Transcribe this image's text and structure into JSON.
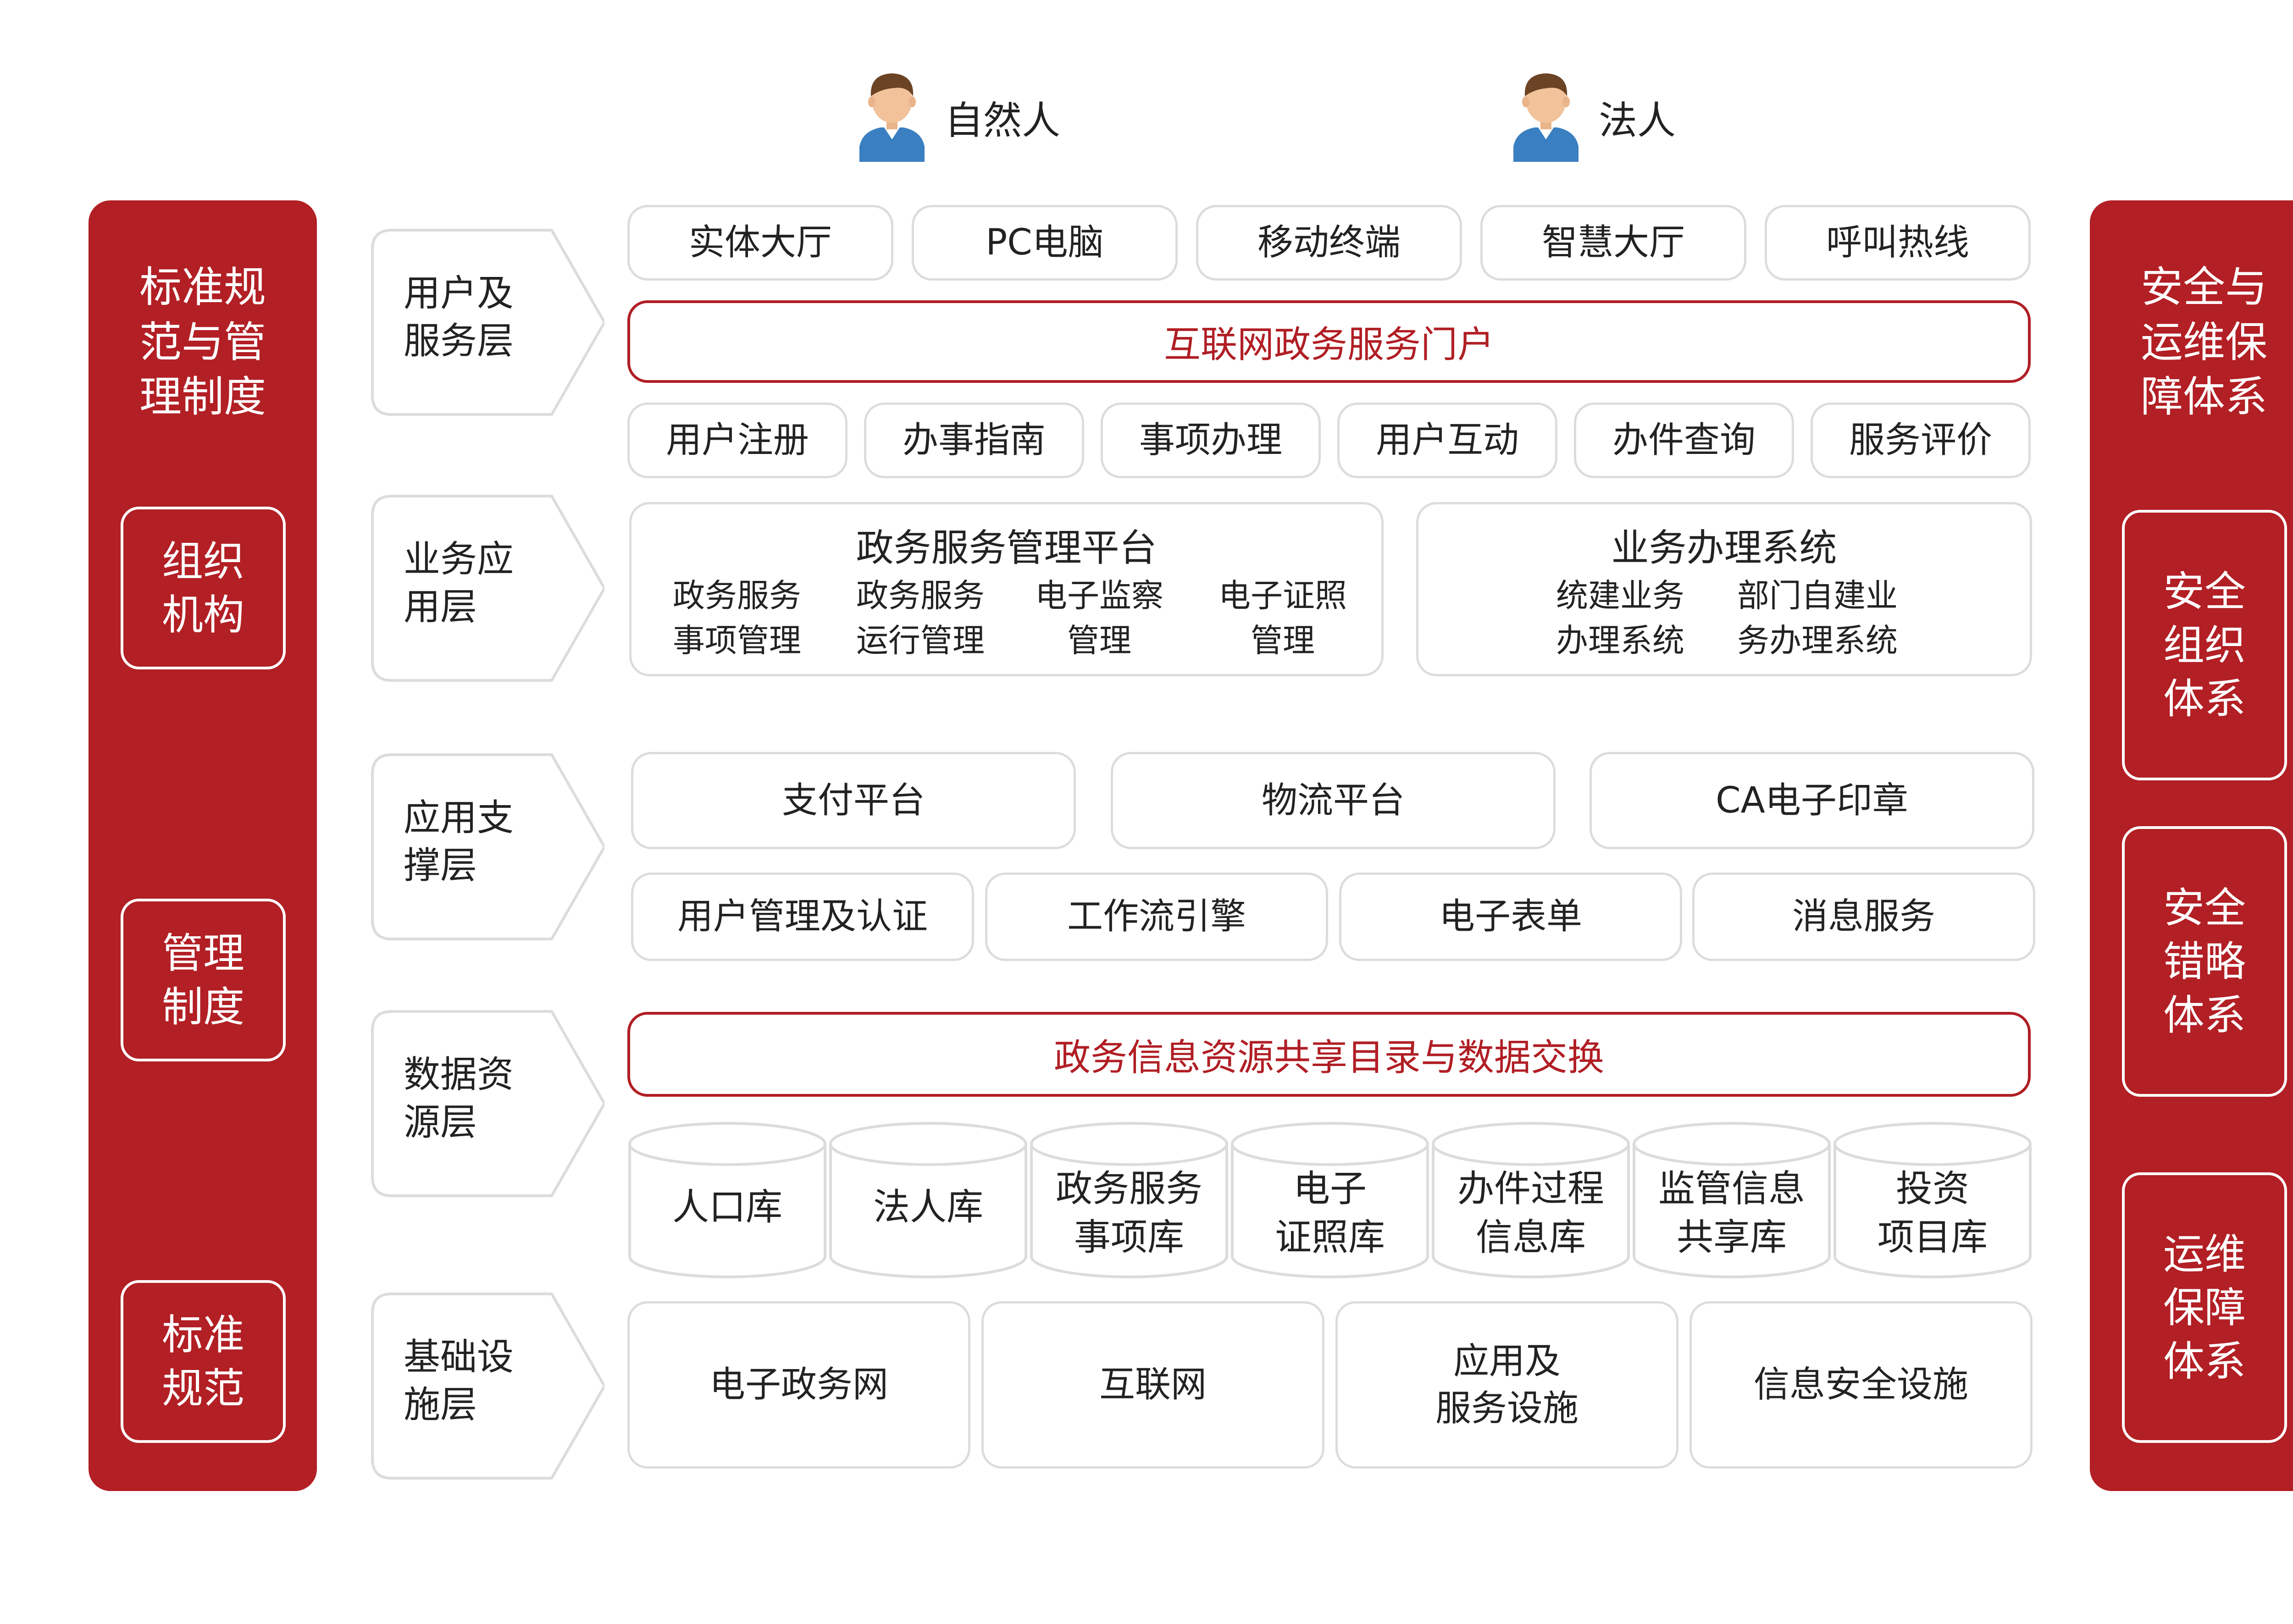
{
  "actors": [
    {
      "name": "自然人",
      "icon": "person-icon"
    },
    {
      "name": "法人",
      "icon": "person-icon"
    }
  ],
  "left_pillar": {
    "title": "标准规\n范与管\n理制度",
    "items": [
      "组织\n机构",
      "管理\n制度",
      "标准\n规范"
    ]
  },
  "right_pillar": {
    "title": "安全与\n运维保\n障体系",
    "items": [
      "安全\n组织\n体系",
      "安全\n错略\n体系",
      "运维\n保障\n体系"
    ]
  },
  "layers": [
    {
      "label": "用户及\n服务层"
    },
    {
      "label": "业务应\n用层"
    },
    {
      "label": "应用支\n撑层"
    },
    {
      "label": "数据资\n源层"
    },
    {
      "label": "基础设\n施层"
    }
  ],
  "service_layer": {
    "channels": [
      "实体大厅",
      "PC电脑",
      "移动终端",
      "智慧大厅",
      "呼叫热线"
    ],
    "portal": "互联网政务服务门户",
    "functions": [
      "用户注册",
      "办事指南",
      "事项办理",
      "用户互动",
      "办件查询",
      "服务评价"
    ]
  },
  "business_layer": {
    "platform": {
      "title": "政务服务管理平台",
      "items": [
        "政务服务\n事项管理",
        "政务服务\n运行管理",
        "电子监察\n管理",
        "电子证照\n管理"
      ]
    },
    "system": {
      "title": "业务办理系统",
      "items": [
        "统建业务\n办理系统",
        "部门自建业\n务办理系统"
      ]
    }
  },
  "support_layer": {
    "row1": [
      "支付平台",
      "物流平台",
      "CA电子印章"
    ],
    "row2": [
      "用户管理及认证",
      "工作流引擎",
      "电子表单",
      "消息服务"
    ]
  },
  "data_layer": {
    "exchange": "政务信息资源共享目录与数据交换",
    "databases": [
      "人口库",
      "法人库",
      "政务服务\n事项库",
      "电子\n证照库",
      "办件过程\n信息库",
      "监管信息\n共享库",
      "投资\n项目库"
    ]
  },
  "infra_layer": {
    "items": [
      "电子政务网",
      "互联网",
      "应用及\n服务设施",
      "信息安全设施"
    ]
  },
  "colors": {
    "accent": "#b21f24",
    "border": "#dcdcdc"
  }
}
